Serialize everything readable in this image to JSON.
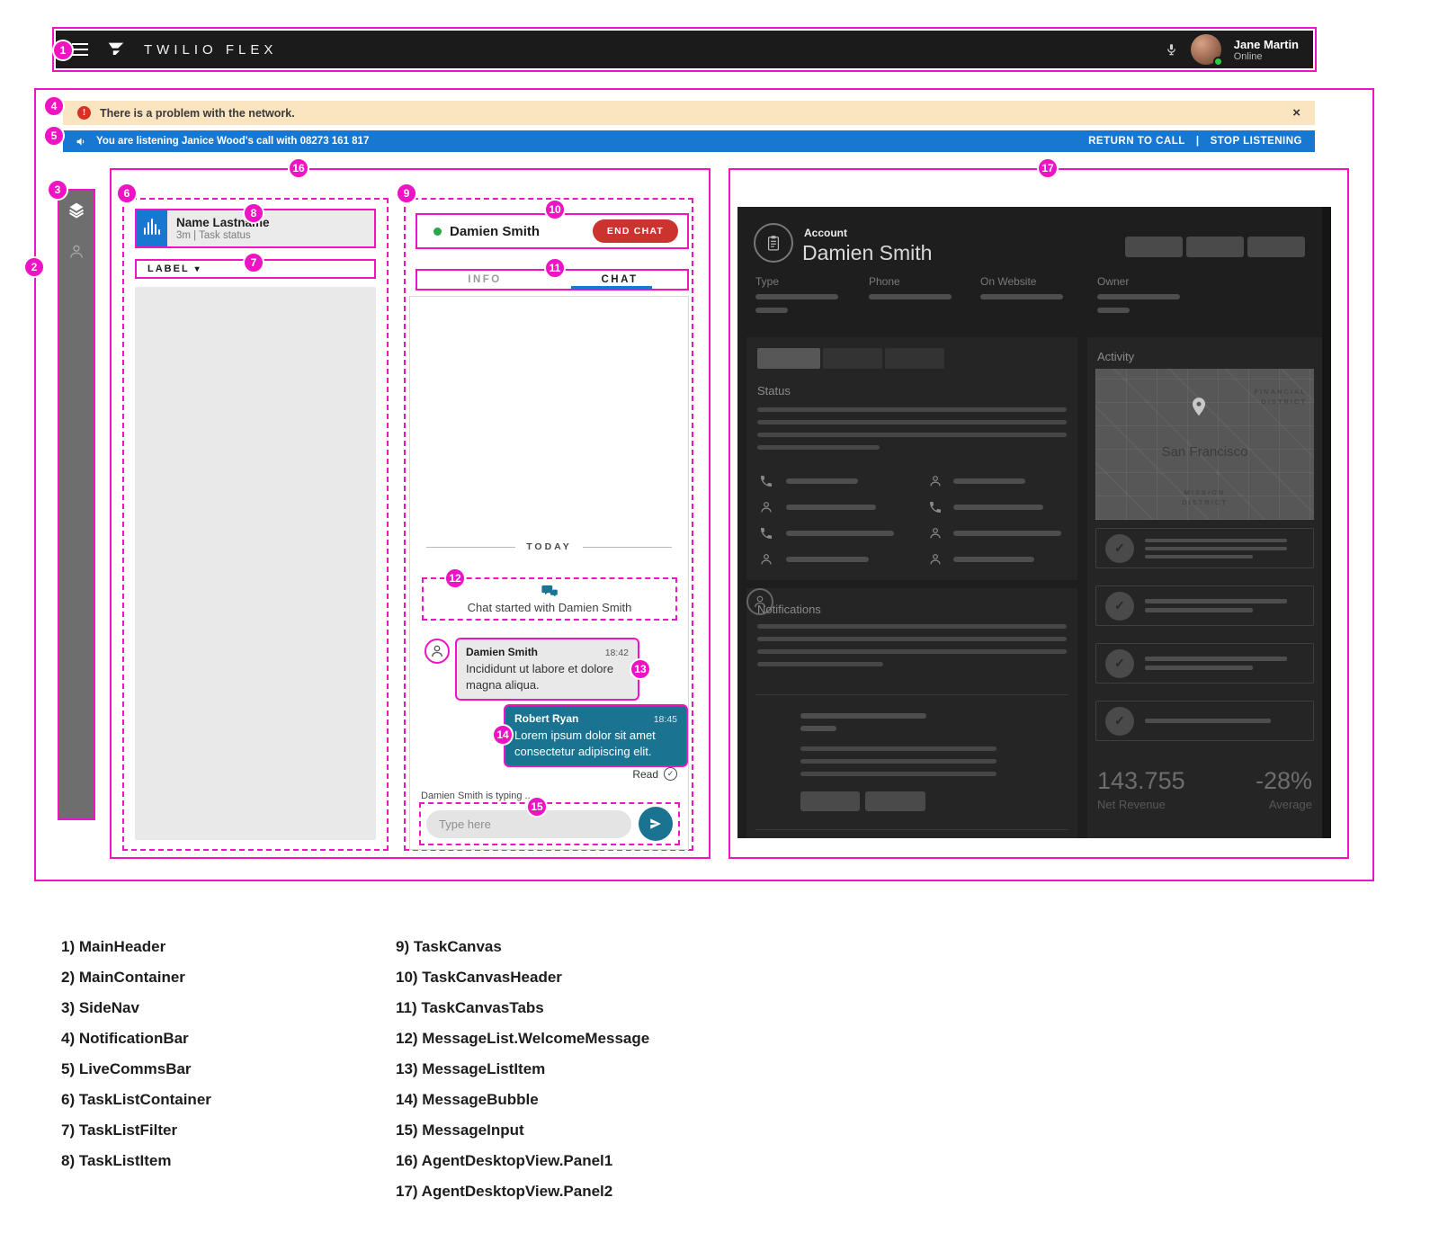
{
  "colors": {
    "annotation_magenta": "#ee13c3",
    "header_bg": "#1b1b1b",
    "notification_bg": "#fbe4c0",
    "alert_red": "#d93025",
    "livecomms_blue": "#1878d1",
    "sidenav_gray": "#6e6e6e",
    "end_chat_red": "#cb342e",
    "chat_teal": "#1a7491",
    "crm_panel_bg": "#1e1e1e"
  },
  "icons": {
    "chevron_down": "▾",
    "close": "×",
    "check": "✓",
    "alert": "!"
  },
  "header": {
    "title": "TWILIO FLEX",
    "user_name": "Jane Martin",
    "user_status": "Online"
  },
  "notification_bar": {
    "message": "There is a problem with the network."
  },
  "livecomms_bar": {
    "message": "You are listening Janice Wood's call with 08273 161 817",
    "return_to_call": "RETURN TO CALL",
    "separator": "|",
    "stop_listening": "STOP LISTENING"
  },
  "task_list": {
    "item_name": "Name Lastname",
    "item_meta": "3m | Task status",
    "filter_label": "LABEL"
  },
  "task_canvas": {
    "customer_name": "Damien Smith",
    "end_chat_label": "END CHAT",
    "tabs": {
      "info": "INFO",
      "chat": "CHAT"
    },
    "date_divider": "TODAY",
    "welcome_message": "Chat started with Damien Smith",
    "messages": [
      {
        "author": "Damien Smith",
        "time": "18:42",
        "text": "Incididunt ut labore et dolore magna aliqua."
      },
      {
        "author": "Robert Ryan",
        "time": "18:45",
        "text": "Lorem ipsum dolor sit amet consectetur adipiscing elit."
      }
    ],
    "read_receipt": "Read",
    "typing_indicator": "Damien Smith is typing ...",
    "input_placeholder": "Type here"
  },
  "crm": {
    "account_label": "Account",
    "account_name": "Damien Smith",
    "field_type": "Type",
    "field_phone": "Phone",
    "field_website": "On Website",
    "field_owner": "Owner",
    "status_title": "Status",
    "notifications_title": "Notifications",
    "activity_title": "Activity",
    "map_city": "San Francisco",
    "map_district_ne": "FINANCIAL DISTRICT",
    "map_district_s": "MISSION DISTRICT",
    "net_revenue_value": "143.755",
    "net_revenue_label": "Net Revenue",
    "average_value": "-28%",
    "average_label": "Average"
  },
  "callouts": [
    "1",
    "2",
    "3",
    "4",
    "5",
    "6",
    "7",
    "8",
    "9",
    "10",
    "11",
    "12",
    "13",
    "14",
    "15",
    "16",
    "17"
  ],
  "legend": {
    "col1": [
      "1) MainHeader",
      "2) MainContainer",
      "3) SideNav",
      "4) NotificationBar",
      "5) LiveCommsBar",
      "6) TaskListContainer",
      "7) TaskListFilter",
      "8) TaskListItem"
    ],
    "col2": [
      "9) TaskCanvas",
      "10) TaskCanvasHeader",
      "11) TaskCanvasTabs",
      "12) MessageList.WelcomeMessage",
      "13) MessageListItem",
      "14) MessageBubble",
      "15) MessageInput",
      "16) AgentDesktopView.Panel1",
      "17) AgentDesktopView.Panel2"
    ]
  }
}
